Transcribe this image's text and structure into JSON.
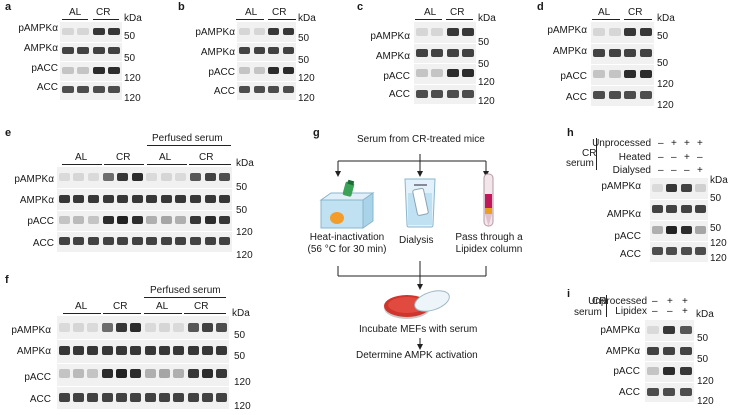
{
  "panels": {
    "a": {
      "letter": "a",
      "groups": [
        "AL",
        "CR"
      ],
      "unit": "kDa",
      "rows": [
        "pAMPKα",
        "AMPKα",
        "pACC",
        "ACC"
      ],
      "markers": [
        "50",
        "50",
        "120",
        "120"
      ]
    },
    "b": {
      "letter": "b",
      "groups": [
        "AL",
        "CR"
      ],
      "unit": "kDa",
      "rows": [
        "pAMPKα",
        "AMPKα",
        "pACC",
        "ACC"
      ],
      "markers": [
        "50",
        "50",
        "120",
        "120"
      ]
    },
    "c": {
      "letter": "c",
      "groups": [
        "AL",
        "CR"
      ],
      "unit": "kDa",
      "rows": [
        "pAMPKα",
        "AMPKα",
        "pACC",
        "ACC"
      ],
      "markers": [
        "50",
        "50",
        "120",
        "120"
      ]
    },
    "d": {
      "letter": "d",
      "groups": [
        "AL",
        "CR"
      ],
      "unit": "kDa",
      "rows": [
        "pAMPKα",
        "AMPKα",
        "pACC",
        "ACC"
      ],
      "markers": [
        "50",
        "50",
        "120",
        "120"
      ]
    },
    "e": {
      "letter": "e",
      "header": "Perfused serum",
      "groups": [
        "AL",
        "CR",
        "AL",
        "CR"
      ],
      "unit": "kDa",
      "rows": [
        "pAMPKα",
        "AMPKα",
        "pACC",
        "ACC"
      ],
      "markers": [
        "50",
        "50",
        "120",
        "120"
      ]
    },
    "f": {
      "letter": "f",
      "header": "Perfused serum",
      "groups": [
        "AL",
        "CR",
        "AL",
        "CR"
      ],
      "unit": "kDa",
      "rows": [
        "pAMPKα",
        "AMPKα",
        "pACC",
        "ACC"
      ],
      "markers": [
        "50",
        "50",
        "120",
        "120"
      ]
    },
    "g": {
      "letter": "g",
      "top": "Serum from CR-treated mice",
      "heat": [
        "Heat-inactivation",
        "(56 °C for 30 min)"
      ],
      "dialysis": "Dialysis",
      "lipidex": [
        "Pass through a",
        "Lipidex column"
      ],
      "incubate": "Incubate MEFs with serum",
      "determine": "Determine AMPK activation"
    },
    "h": {
      "letter": "h",
      "side": [
        "CR",
        "serum"
      ],
      "conditions": [
        {
          "label": "Unprocessed",
          "signs": [
            "–",
            "+",
            "+",
            "+"
          ]
        },
        {
          "label": "Heated",
          "signs": [
            "–",
            "–",
            "+",
            "–"
          ]
        },
        {
          "label": "Dialysed",
          "signs": [
            "–",
            "–",
            "–",
            "+"
          ]
        }
      ],
      "unit": "kDa",
      "rows": [
        "pAMPKα",
        "AMPKα",
        "pACC",
        "ACC"
      ],
      "markers": [
        "50",
        "50",
        "120",
        "120"
      ]
    },
    "i": {
      "letter": "i",
      "side": [
        "CR",
        "serum"
      ],
      "conditions": [
        {
          "label": "Unprocessed",
          "signs": [
            "–",
            "+",
            "+"
          ]
        },
        {
          "label": "Lipidex",
          "signs": [
            "–",
            "–",
            "+"
          ]
        }
      ],
      "unit": "kDa",
      "rows": [
        "pAMPKα",
        "AMPKα",
        "pACC",
        "ACC"
      ],
      "markers": [
        "50",
        "50",
        "120",
        "120"
      ]
    }
  },
  "colors": {
    "band": "#161616",
    "blot_bg": "#efefef",
    "dish": "#d0342c",
    "tube_fill": "#c2185b",
    "box": "#bfe1f2"
  }
}
